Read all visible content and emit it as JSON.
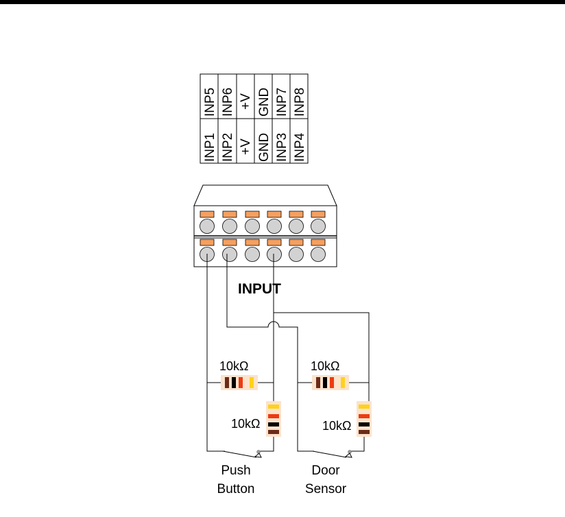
{
  "pinout": {
    "top_row": [
      "INP5",
      "INP6",
      "+V",
      "GND",
      "INP7",
      "INP8"
    ],
    "bottom_row": [
      "INP1",
      "INP2",
      "+V",
      "GND",
      "INP3",
      "INP4"
    ]
  },
  "connector": {
    "title": "INPUT"
  },
  "circuits": [
    {
      "resistor_horizontal": "10kΩ",
      "resistor_vertical": "10kΩ",
      "switch_caption": [
        "Push",
        "Button"
      ]
    },
    {
      "resistor_horizontal": "10kΩ",
      "resistor_vertical": "10kΩ",
      "switch_caption": [
        "Door",
        "Sensor"
      ]
    }
  ],
  "colors": {
    "terminal_tab": "#f4a061",
    "terminal_screw": "#d2d2d2",
    "resistor_body": "#fbe3cc",
    "band_brown": "#6b2b18",
    "band_black": "#000000",
    "band_orange": "#ee3a12",
    "band_gold": "#ffd21a"
  }
}
